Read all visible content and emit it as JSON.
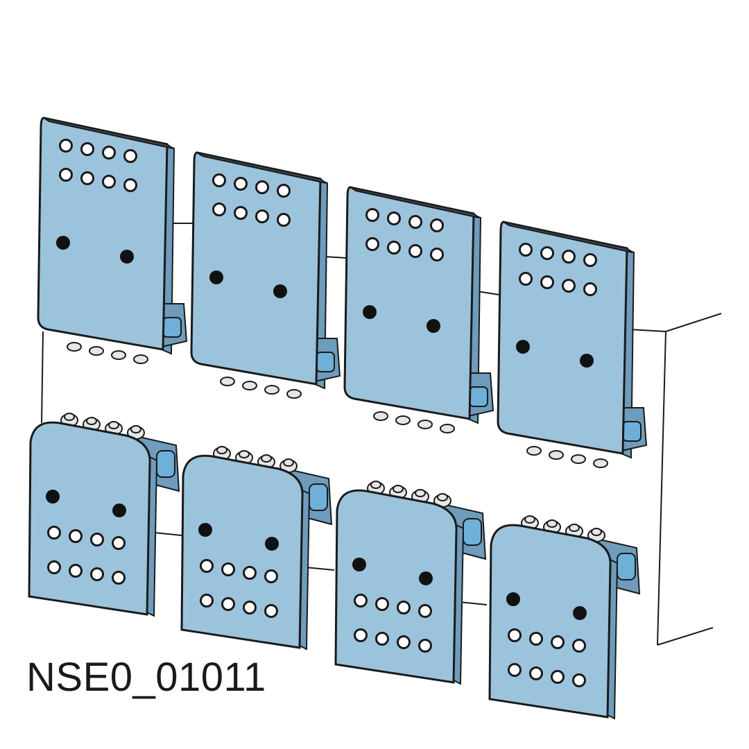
{
  "drawing": {
    "id": "NSE0_01011",
    "colors": {
      "plate_face": "#9cc3dc",
      "plate_side": "#6f9cbc",
      "plate_top": "#3d4a55",
      "lug_face": "#6fb0d8",
      "hole": "#ffffff",
      "bolt_hole": "#111111",
      "outline": "#1a1a1a",
      "nut": "#e6e6e6"
    },
    "rows": [
      {
        "name": "top-row",
        "count": 4
      },
      {
        "name": "bottom-row",
        "count": 4
      }
    ]
  }
}
